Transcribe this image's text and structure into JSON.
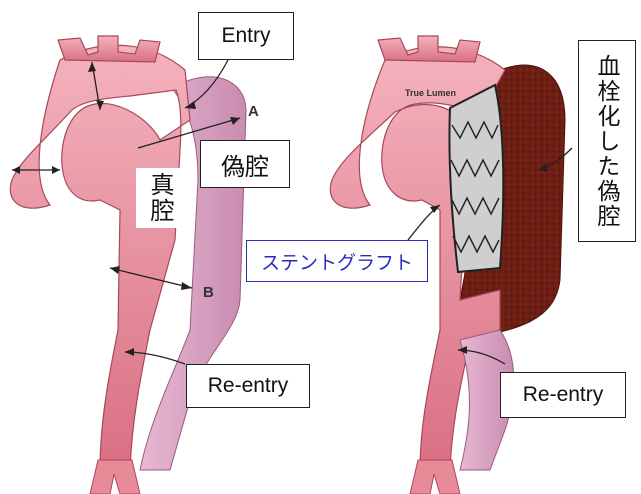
{
  "left_panel": {
    "entry_label": "Entry",
    "false_lumen_label": "偽腔",
    "true_lumen_label": "真腔",
    "reentry_label": "Re-entry",
    "marker_a": "A",
    "marker_b": "B"
  },
  "right_panel": {
    "true_lumen_label": "True Lumen",
    "stent_graft_label": "ステントグラフト",
    "thrombosed_false_lumen_label": "血栓化した偽腔",
    "reentry_label": "Re-entry"
  },
  "colors": {
    "vessel_pink": "#e98a98",
    "false_lumen_mauve": "#d9a0bf",
    "thrombus_brown": "#6e1f14",
    "stent_gray": "#c9c9c9",
    "stent_label_blue": "#2b2bbf"
  }
}
